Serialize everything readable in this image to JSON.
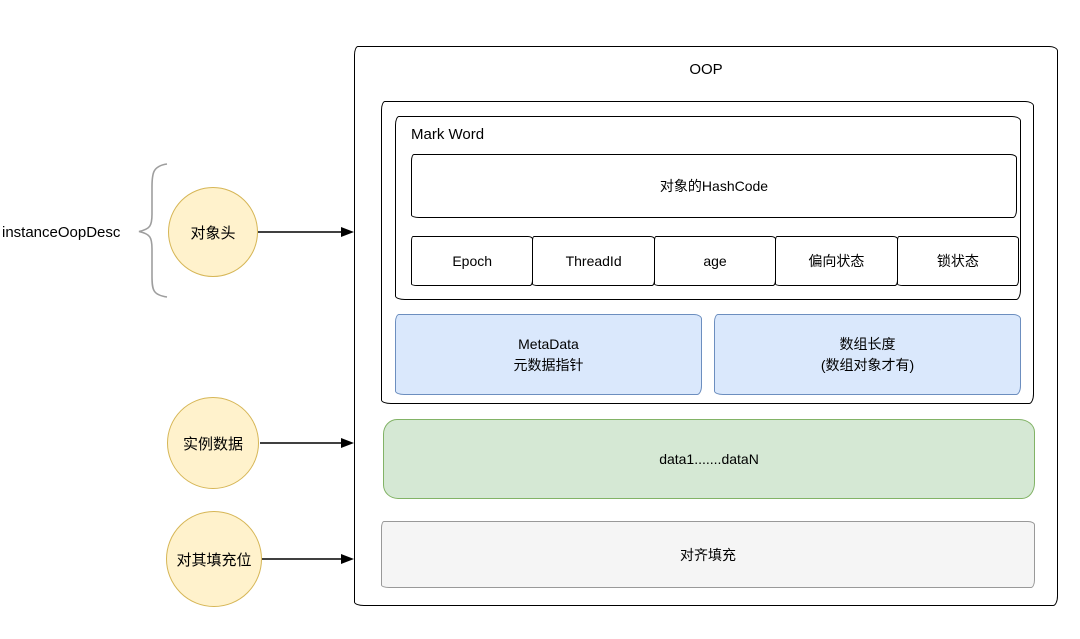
{
  "diagram": {
    "side_label": "instanceOopDesc",
    "circles": {
      "object_header": "对象头",
      "instance_data": "实例数据",
      "padding": "对其填充位"
    },
    "oop": {
      "title": "OOP",
      "mark_word": {
        "label": "Mark Word",
        "hashcode_label": "对象的HashCode",
        "cells": [
          "Epoch",
          "ThreadId",
          "age",
          "偏向状态",
          "锁状态"
        ]
      },
      "metadata_box": {
        "line1": "MetaData",
        "line2": "元数据指针"
      },
      "array_length_box": {
        "line1": "数组长度",
        "line2": "(数组对象才有)"
      },
      "instance_data_label": "data1.......dataN",
      "padding_label": "对齐填充"
    },
    "colors": {
      "circle_fill": "#fff2cc",
      "circle_border": "#d6b656",
      "blue_fill": "#dae8fc",
      "blue_border": "#6c8ebf",
      "green_fill": "#d5e8d4",
      "green_border": "#82b366",
      "gray_fill": "#f5f5f5",
      "gray_border": "#999999",
      "line_color": "#000000",
      "brace_color": "#9e9e9e"
    }
  }
}
